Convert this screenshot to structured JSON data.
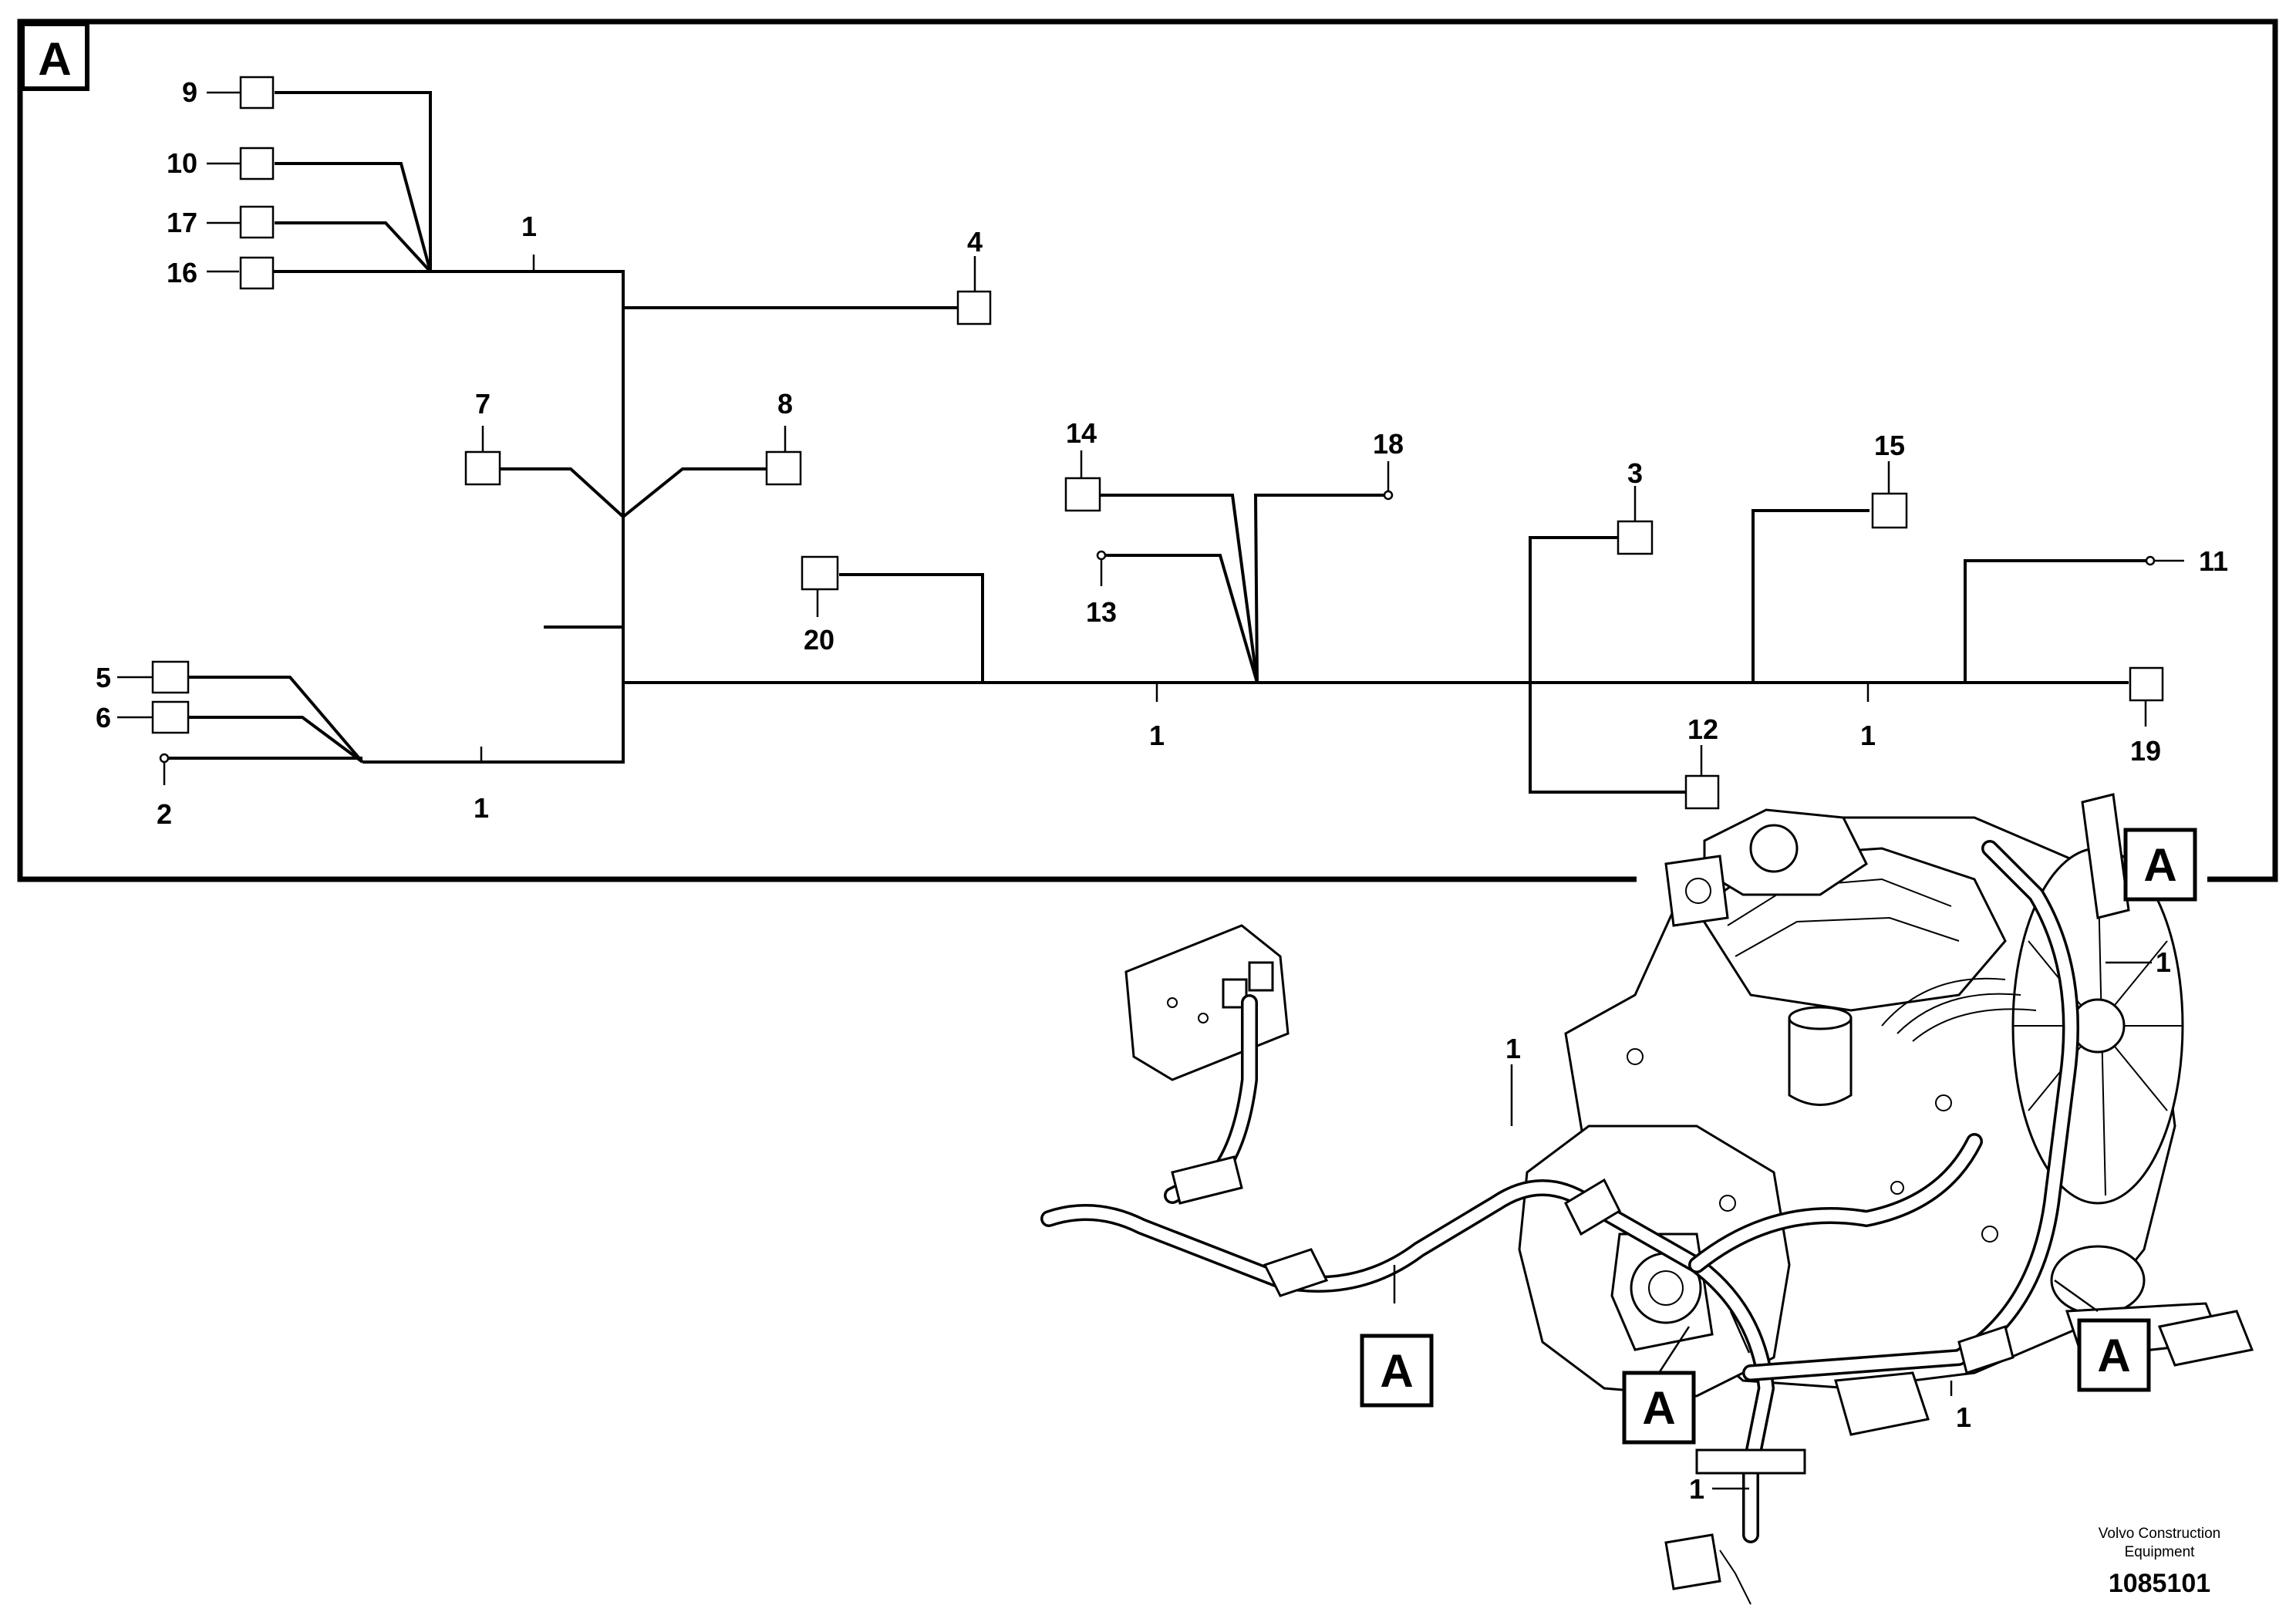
{
  "view_label": "A",
  "callouts": {
    "c1": "1",
    "c2": "2",
    "c3": "3",
    "c4": "4",
    "c5": "5",
    "c6": "6",
    "c7": "7",
    "c8": "8",
    "c9": "9",
    "c10": "10",
    "c11": "11",
    "c12": "12",
    "c13": "13",
    "c14": "14",
    "c15": "15",
    "c16": "16",
    "c17": "17",
    "c18": "18",
    "c19": "19",
    "c20": "20"
  },
  "publisher": {
    "line1": "Volvo Construction",
    "line2": "Equipment"
  },
  "document_number": "1085101"
}
